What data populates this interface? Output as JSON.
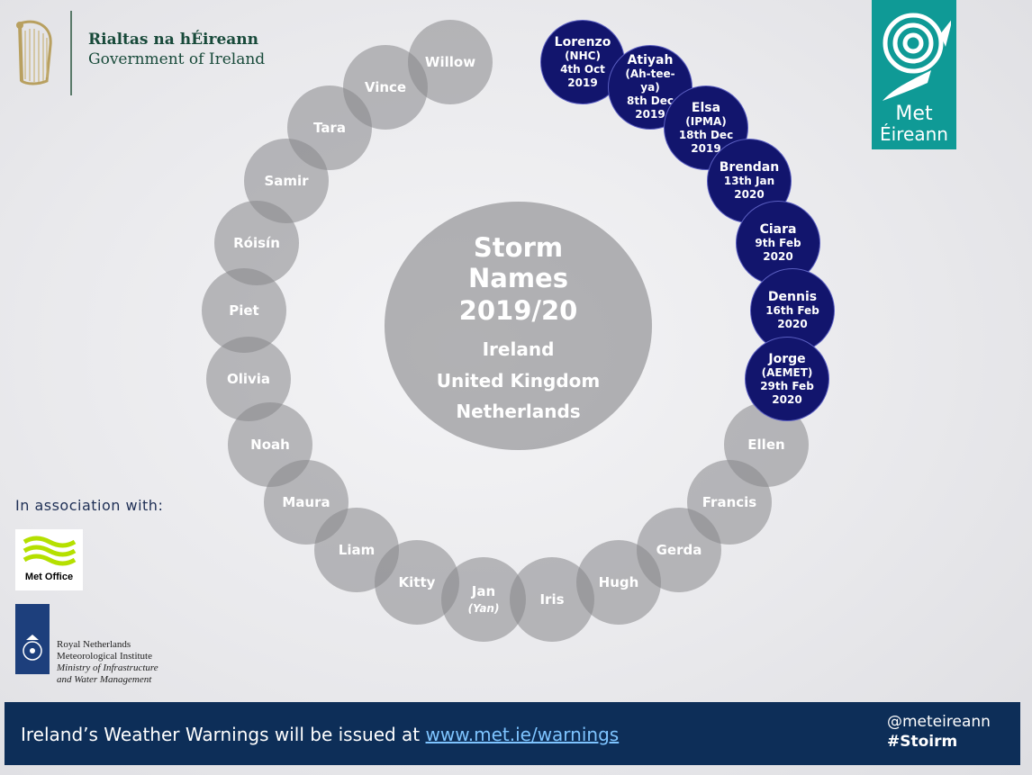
{
  "government": {
    "name_irish": "Rialtas na hÉireann",
    "name_english": "Government of Ireland"
  },
  "met_eireann_logo": {
    "line1": "Met",
    "line2": "Éireann"
  },
  "center": {
    "title_line1": "Storm",
    "title_line2": "Names",
    "title_line3": "2019/20",
    "countries": [
      "Ireland",
      "United Kingdom",
      "Netherlands"
    ]
  },
  "named_storms": [
    {
      "name": "Lorenzo",
      "lines": [
        "(NHC)",
        "4th Oct",
        "2019"
      ]
    },
    {
      "name": "Atiyah",
      "lines": [
        "(Ah-tee-",
        "ya)",
        "8th Dec",
        "2019"
      ]
    },
    {
      "name": "Elsa",
      "lines": [
        "(IPMA)",
        "18th Dec",
        "2019"
      ]
    },
    {
      "name": "Brendan",
      "lines": [
        "13th Jan",
        "2020"
      ]
    },
    {
      "name": "Ciara",
      "lines": [
        "9th Feb",
        "2020"
      ]
    },
    {
      "name": "Dennis",
      "lines": [
        "16th Feb",
        "2020"
      ]
    },
    {
      "name": "Jorge",
      "lines": [
        "(AEMET)",
        "29th Feb",
        "2020"
      ]
    }
  ],
  "future_names": [
    {
      "name": "Willow"
    },
    {
      "name": "Vince"
    },
    {
      "name": "Tara"
    },
    {
      "name": "Samir"
    },
    {
      "name": "Róisín"
    },
    {
      "name": "Piet"
    },
    {
      "name": "Olivia"
    },
    {
      "name": "Noah"
    },
    {
      "name": "Maura"
    },
    {
      "name": "Liam"
    },
    {
      "name": "Kitty"
    },
    {
      "name": "Jan",
      "pronunciation": "(Yan)"
    },
    {
      "name": "Iris"
    },
    {
      "name": "Hugh"
    },
    {
      "name": "Gerda"
    },
    {
      "name": "Francis"
    },
    {
      "name": "Ellen"
    }
  ],
  "association": {
    "label": "In association with:",
    "met_office": "Met Office",
    "knmi_line1": "Royal Netherlands",
    "knmi_line2": "Meteorological Institute",
    "knmi_line3": "Ministry of Infrastructure",
    "knmi_line4": "and Water Management"
  },
  "footer": {
    "text": "Ireland’s Weather Warnings will be issued at ",
    "link": "www.met.ie/warnings",
    "handle": "@meteireann",
    "hashtag": "#Stoirm"
  },
  "colors": {
    "named_storm": "#12156d",
    "future_storm": "#87878a",
    "footer_bar": "#0d2e58",
    "met_eireann_teal": "#0f9a96"
  }
}
